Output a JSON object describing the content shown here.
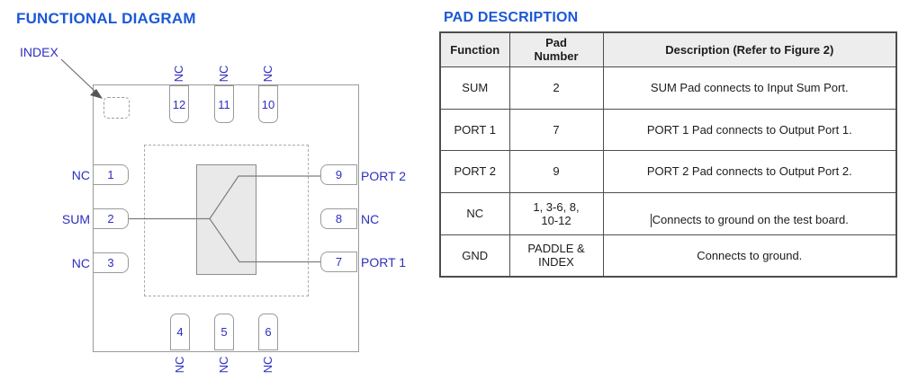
{
  "functional_diagram": {
    "title": "FUNCTIONAL DIAGRAM",
    "index_label": "INDEX",
    "top_pins": [
      {
        "num": "12",
        "label": "NC"
      },
      {
        "num": "11",
        "label": "NC"
      },
      {
        "num": "10",
        "label": "NC"
      }
    ],
    "bottom_pins": [
      {
        "num": "4",
        "label": "NC"
      },
      {
        "num": "5",
        "label": "NC"
      },
      {
        "num": "6",
        "label": "NC"
      }
    ],
    "left_pins": [
      {
        "num": "1",
        "label": "NC"
      },
      {
        "num": "2",
        "label": "SUM"
      },
      {
        "num": "3",
        "label": "NC"
      }
    ],
    "right_pins": [
      {
        "num": "9",
        "label": "PORT 2"
      },
      {
        "num": "8",
        "label": "NC"
      },
      {
        "num": "7",
        "label": "PORT 1"
      }
    ]
  },
  "pad_description": {
    "title": "PAD DESCRIPTION",
    "table": {
      "headers": {
        "function": "Function",
        "pad_number": "Pad\nNumber",
        "description": "Description (Refer to Figure 2)"
      },
      "rows": [
        {
          "function": "SUM",
          "pad_number": "2",
          "description": "SUM Pad connects to Input Sum Port."
        },
        {
          "function": "PORT 1",
          "pad_number": "7",
          "description": "PORT 1 Pad connects to Output Port 1."
        },
        {
          "function": "PORT 2",
          "pad_number": "9",
          "description": "PORT 2 Pad connects to Output Port 2."
        },
        {
          "function": "NC",
          "pad_number": "1, 3-6, 8,\n10-12",
          "description": "Connects to ground on the test board."
        },
        {
          "function": "GND",
          "pad_number": "PADDLE &\nINDEX",
          "description": "Connects to ground."
        }
      ]
    }
  },
  "colors": {
    "title_blue": "#1b58d6",
    "label_blue": "#2e2ec0",
    "outline_gray": "#9a9a9a",
    "splitter_fill": "#e9e9e9",
    "table_border": "#4d4d4d",
    "header_bg": "#ededed"
  }
}
